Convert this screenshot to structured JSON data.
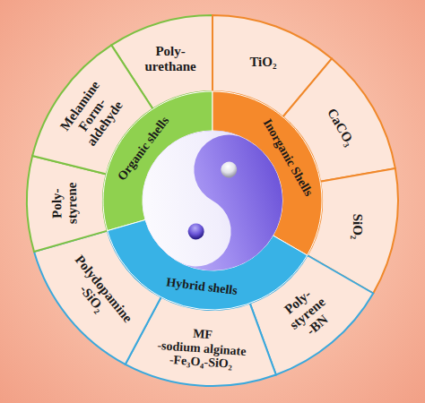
{
  "diagram": {
    "nodes": [
      {
        "text": [
          "Organic shells"
        ]
      },
      {
        "text": [
          "Inorganic Shells"
        ]
      },
      {
        "text": [
          "Hybrid shells"
        ]
      },
      {
        "text": [
          "Poly- urethane"
        ]
      },
      {
        "text": [
          "TiO₂"
        ]
      },
      {
        "text": [
          "CaCO₃"
        ]
      },
      {
        "text": [
          "SiO₂"
        ]
      },
      {
        "text": [
          "Poly- styrene -BN"
        ]
      },
      {
        "text": [
          "MF -sodium alginate -Fe₃O₄-SiO₂"
        ]
      },
      {
        "text": [
          "Polydopamine -SiO₂"
        ]
      },
      {
        "text": [
          "Poly- styrene"
        ]
      },
      {
        "text": [
          "Melamine Form- aldehyde"
        ]
      }
    ]
  }
}
